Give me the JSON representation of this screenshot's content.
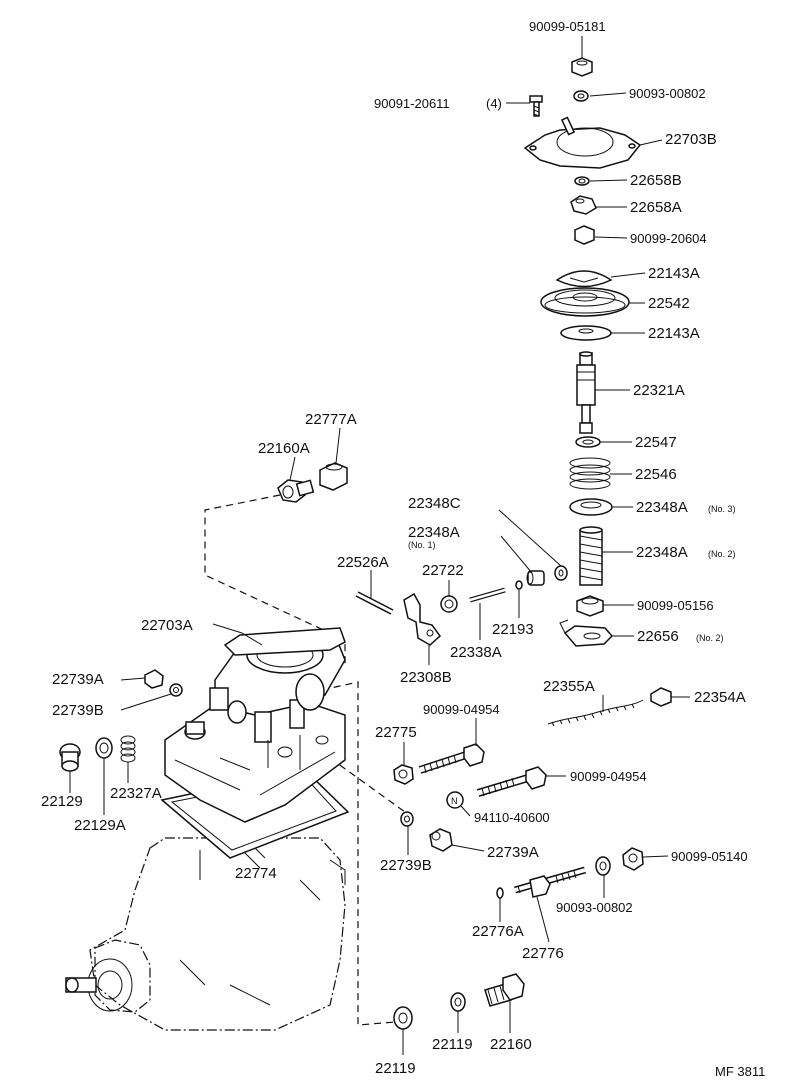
{
  "diagram": {
    "code": "MF 3811",
    "labels": {
      "p90099_05181": "90099-05181",
      "p90093_00802_top": "90093-00802",
      "p90091_20611": "90091-20611",
      "qty4": "(4)",
      "p22703B": "22703B",
      "p22658B": "22658B",
      "p22658A": "22658A",
      "p90099_20604": "90099-20604",
      "p22143A_top": "22143A",
      "p22542": "22542",
      "p22143A_bot": "22143A",
      "p22321A": "22321A",
      "p22547": "22547",
      "p22546": "22546",
      "p22348A_no3": "22348A",
      "no3": "(No. 3)",
      "p22348A_no2": "22348A",
      "no2": "(No. 2)",
      "p90099_05156": "90099-05156",
      "p22656": "22656",
      "no2b": "(No. 2)",
      "p22348C": "22348C",
      "p22348A_no1": "22348A",
      "no1": "(No. 1)",
      "p22777A": "22777A",
      "p22160A": "22160A",
      "p22526A": "22526A",
      "p22722": "22722",
      "p22193": "22193",
      "p22338A": "22338A",
      "p22308B": "22308B",
      "p22703A": "22703A",
      "p22739A_left": "22739A",
      "p22739B_left": "22739B",
      "p22355A": "22355A",
      "p22354A": "22354A",
      "p90099_04954_a": "90099-04954",
      "p22775": "22775",
      "p90099_04954_b": "90099-04954",
      "p94110_40600": "94110-40600",
      "p22129": "22129",
      "p22327A": "22327A",
      "p22129A": "22129A",
      "p22774": "22774",
      "p22739B_right": "22739B",
      "p22739A_right": "22739A",
      "p90099_05140": "90099-05140",
      "p90093_00802_bot": "90093-00802",
      "p22776A": "22776A",
      "p22776": "22776",
      "p22119_a": "22119",
      "p22119_b": "22119",
      "p22160": "22160"
    }
  }
}
